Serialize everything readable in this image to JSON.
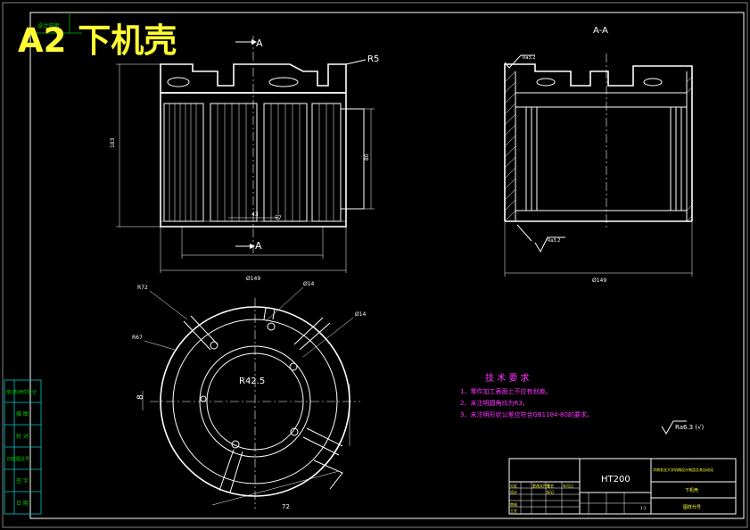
{
  "sheet_title": "A2  下机壳",
  "top_label": "设计说明",
  "section_label": "A-A",
  "section_marker": "A",
  "front_view": {
    "r5": "R5",
    "dim_height_left": "183",
    "dim_height_inner": "80",
    "dim_bottom_a": "43",
    "dim_bottom_b": "57",
    "dim_width": "Ø149"
  },
  "section_view": {
    "rough_top": "Ra3.2",
    "rough_bottom": "Ra3.2",
    "dim_width": "Ø149"
  },
  "plan_view": {
    "r72": "R72",
    "r67": "R67",
    "d14a": "Ø14",
    "d14b": "Ø14",
    "center_radius": "R42.5",
    "dim_8": "8",
    "dim_72": "72"
  },
  "tech_requirements": {
    "title": "技 术 要 求",
    "items": [
      "1、零件加工表面上不应有划痕。",
      "2、未注明圆角均为R3。",
      "3、未注明形状公差应符合GB1184-80的要求。"
    ]
  },
  "roughness_note": "Ra6.3 (√)",
  "left_stamp": [
    "借(通)用件登记",
    "描 图",
    "校 对",
    "旧底图总号",
    "签 字",
    "日 期"
  ],
  "title_block": {
    "material": "HT200",
    "school": "华南农业大学机械设计制造及其自动化",
    "part_name": "下机壳",
    "drawing_no": "图样代号",
    "scale": "1:1",
    "left_labels": [
      "设计",
      "审核",
      "工艺",
      "标记"
    ],
    "row_labels": [
      "分区",
      "更改文件号",
      "签名",
      "年月日"
    ]
  }
}
